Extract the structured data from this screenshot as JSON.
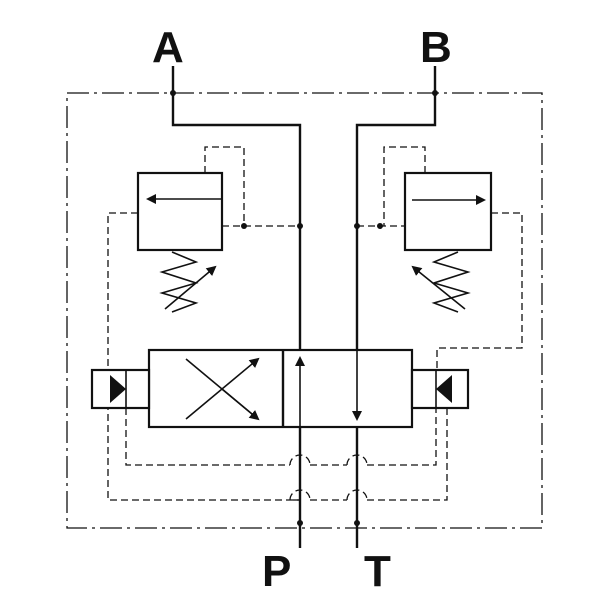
{
  "ports": {
    "a": "A",
    "b": "B",
    "p": "P",
    "t": "T"
  },
  "colors": {
    "line": "#111111",
    "background": "#ffffff"
  }
}
